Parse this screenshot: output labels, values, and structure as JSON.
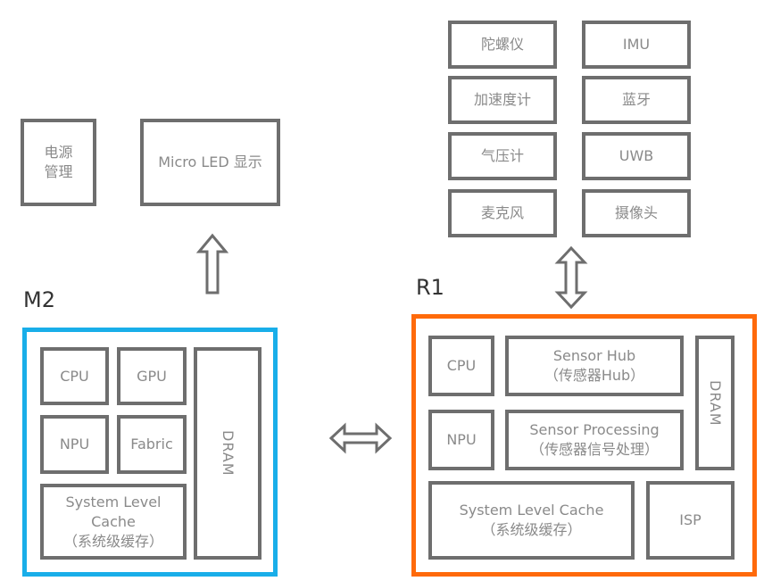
{
  "peripherals_m2": {
    "power": [
      "电源",
      "管理"
    ],
    "display": "Micro LED 显示"
  },
  "sensors": [
    "陀螺仪",
    "IMU",
    "加速度计",
    "蓝牙",
    "气压计",
    "UWB",
    "麦克风",
    "摄像头"
  ],
  "m2": {
    "label": "M2",
    "border_color": "#19aee9",
    "blocks": {
      "cpu": "CPU",
      "gpu": "GPU",
      "npu": "NPU",
      "fabric": "Fabric",
      "slc": [
        "System Level",
        "Cache",
        "（系统级缓存）"
      ],
      "dram": "DRAM"
    }
  },
  "r1": {
    "label": "R1",
    "border_color": "#ff6a0a",
    "blocks": {
      "cpu": "CPU",
      "npu": "NPU",
      "sensor_hub": [
        "Sensor Hub",
        "（传感器Hub）"
      ],
      "sensor_processing": [
        "Sensor Processing",
        "（传感器信号处理）"
      ],
      "dram": "DRAM",
      "slc": [
        "System Level Cache",
        "（系统级缓存）"
      ],
      "isp": "ISP"
    }
  },
  "arrows": {
    "m2_to_display": "up-arrow",
    "r1_sensors": "up-down-arrow",
    "m2_r1": "left-right-arrow"
  }
}
